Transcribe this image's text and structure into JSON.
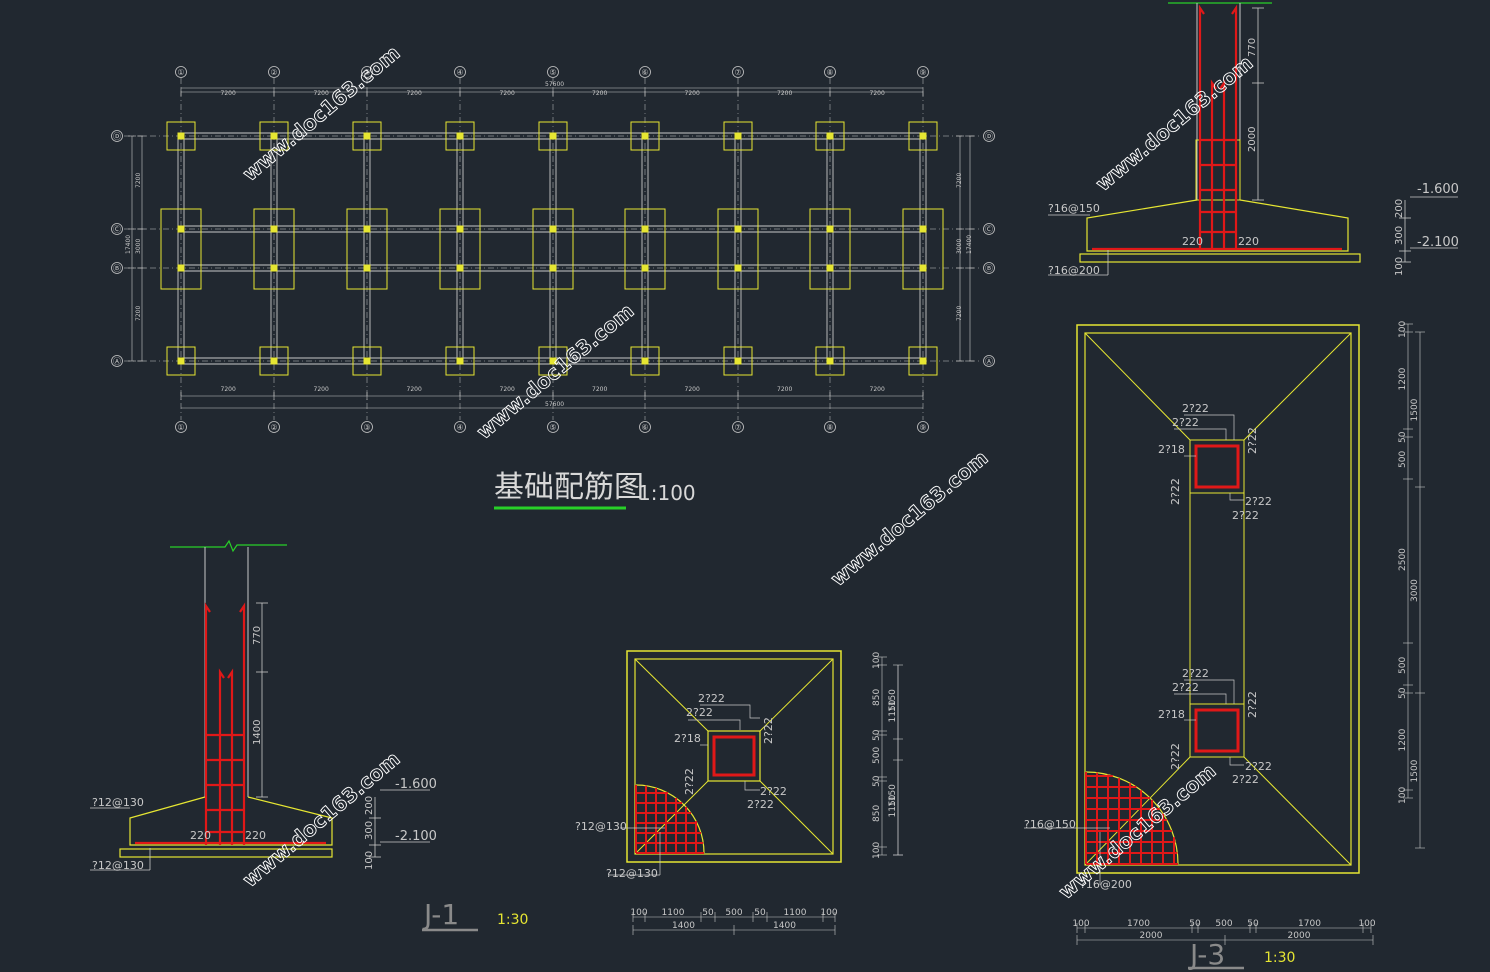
{
  "colors": {
    "background": "#212830",
    "line_white": "#c8c8c8",
    "footing_yellow": "#e6e632",
    "rebar_red": "#e01818",
    "title_underline": "#28d028",
    "watermark": "#ffffff",
    "column_fill": "#e6e632"
  },
  "plan": {
    "title": "基础配筋图",
    "scale": "1:100",
    "grid_cols": [
      "①",
      "②",
      "③",
      "④",
      "⑤",
      "⑥",
      "⑦",
      "⑧",
      "⑨"
    ],
    "grid_rows": [
      "Ⓐ",
      "Ⓑ",
      "Ⓒ",
      "Ⓓ"
    ],
    "bay_dims": [
      "7200",
      "7200",
      "7200",
      "7200",
      "7200",
      "7200",
      "7200",
      "7200"
    ],
    "total_dim": "57600",
    "row_dims": [
      "7200",
      "3000",
      "7200"
    ],
    "total_height_dim": "17400"
  },
  "j1_section": {
    "title": "J-1",
    "scale": "1:30",
    "rebar_top_label": "?12@130",
    "rebar_bottom_label": "?12@130",
    "dim_left": "220",
    "dim_right": "220",
    "elev_1": "-1.600",
    "elev_2": "-2.100",
    "vdim_top": "770",
    "vdim_mid": "1400",
    "vdim_a": "200",
    "vdim_b": "300",
    "vdim_c": "100"
  },
  "j2_plan": {
    "top_bars": "2?22",
    "left_top": "2?22",
    "side_bars": "2?18",
    "right_bars": "2?22",
    "left_bars": "2?22",
    "bottom_right_1": "2?22",
    "bottom_right_2": "2?22",
    "mesh_label_1": "?12@130",
    "mesh_label_2": "?12@130",
    "vdims": [
      "100",
      "850",
      "50",
      "500",
      "50",
      "850",
      "100"
    ],
    "vdims_total": [
      "1150",
      "1150"
    ],
    "hdims": [
      "100",
      "1100",
      "50",
      "500",
      "50",
      "1100",
      "100"
    ],
    "hdims_total": [
      "1400",
      "1400"
    ]
  },
  "j3_section": {
    "rebar_top_label": "?16@150",
    "rebar_bottom_label": "?16@200",
    "dim_left": "220",
    "dim_right": "220",
    "elev_1": "-1.600",
    "elev_2": "-2.100",
    "vdim_top": "770",
    "vdim_mid": "2000",
    "vdim_a": "200",
    "vdim_b": "300",
    "vdim_c": "100"
  },
  "j3_plan": {
    "title": "J-3",
    "scale": "1:30",
    "col1": {
      "top": "2?22",
      "left_top": "2?22",
      "side": "2?18",
      "right": "2?22",
      "left": "2?22",
      "br1": "2?22",
      "br2": "2?22"
    },
    "col2": {
      "top": "2?22",
      "left_top": "2?22",
      "side": "2?18",
      "right": "2?22",
      "left": "2?22",
      "br1": "2?22",
      "br2": "2?22"
    },
    "mesh_label_1": "?16@150",
    "mesh_label_2": "?16@200",
    "vdims": [
      "100",
      "1200",
      "50",
      "500",
      "2500",
      "500",
      "50",
      "1200",
      "100"
    ],
    "vdims_total": [
      "1500",
      "3000",
      "1500"
    ],
    "hdims": [
      "100",
      "1700",
      "50",
      "500",
      "50",
      "1700",
      "100"
    ],
    "hdims_total": [
      "2000",
      "2000"
    ]
  },
  "watermark_text": "www.doc163.com"
}
